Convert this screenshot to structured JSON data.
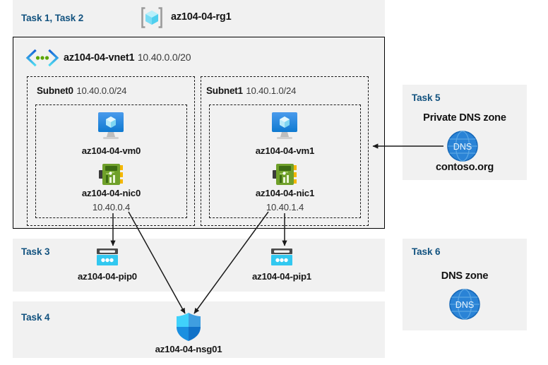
{
  "diagram": {
    "title_banner": {
      "task_label": "Task 1, Task 2",
      "resource_group": "az104-04-rg1",
      "icon": "resource-group-icon"
    },
    "vnet": {
      "name": "az104-04-vnet1",
      "cidr": "10.40.0.0/20",
      "icon": "virtual-network-icon",
      "subnets": [
        {
          "name": "Subnet0",
          "cidr": "10.40.0.0/24",
          "vm": {
            "name": "az104-04-vm0",
            "icon": "virtual-machine-icon"
          },
          "nic": {
            "name": "az104-04-nic0",
            "ip": "10.40.0.4",
            "icon": "network-interface-icon"
          }
        },
        {
          "name": "Subnet1",
          "cidr": "10.40.1.0/24",
          "vm": {
            "name": "az104-04-vm1",
            "icon": "virtual-machine-icon"
          },
          "nic": {
            "name": "az104-04-nic1",
            "ip": "10.40.1.4",
            "icon": "network-interface-icon"
          }
        }
      ]
    },
    "task3": {
      "task_label": "Task 3",
      "public_ips": [
        {
          "name": "az104-04-pip0",
          "icon": "public-ip-address-icon"
        },
        {
          "name": "az104-04-pip1",
          "icon": "public-ip-address-icon"
        }
      ]
    },
    "task4": {
      "task_label": "Task 4",
      "nsg": {
        "name": "az104-04-nsg01",
        "icon": "network-security-group-icon"
      }
    },
    "task5": {
      "task_label": "Task 5",
      "heading": "Private DNS zone",
      "zone_name": "contoso.org",
      "icon": "dns-zone-icon",
      "icon_text": "DNS"
    },
    "task6": {
      "task_label": "Task 6",
      "heading": "DNS zone",
      "icon": "dns-zone-icon",
      "icon_text": "DNS"
    },
    "colors": {
      "task_text": "#12527f",
      "panel_bg": "#f1f1f1",
      "page_bg": "#ffffff",
      "azure_blue": "#0078d4",
      "cyan": "#32c8f0",
      "nic_green": "#6fa02a",
      "dns_blue": "#1f7bd1"
    }
  }
}
